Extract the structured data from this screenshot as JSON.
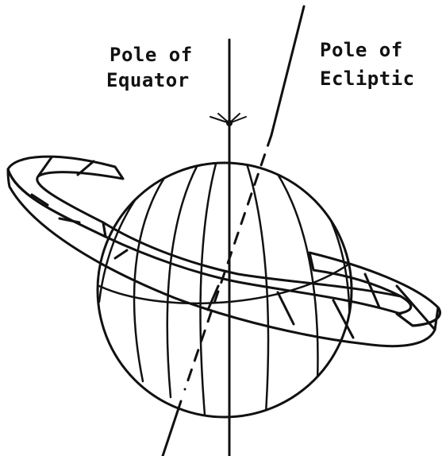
{
  "labels": {
    "pole_of_equator_line1": "Pole of",
    "pole_of_equator_line2": "Equator",
    "pole_of_ecliptic_line1": "Pole of",
    "pole_of_ecliptic_line2": "Ecliptic"
  },
  "colors": {
    "ink": "#111111",
    "band_fill": "#cfcfcf",
    "background": "#ffffff"
  }
}
